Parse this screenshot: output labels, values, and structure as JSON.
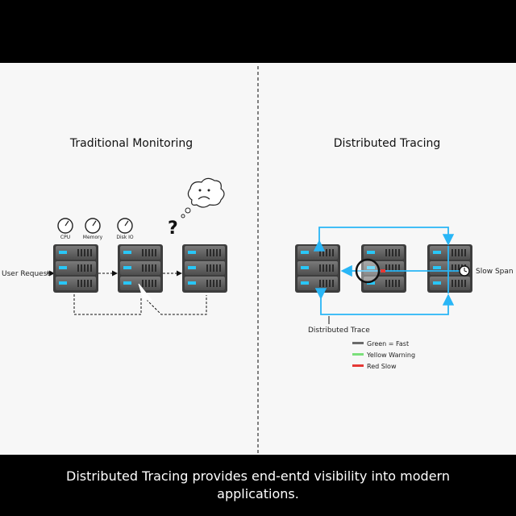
{
  "left_panel": {
    "title": "Traditional Monitoring",
    "gauges": [
      {
        "icon": "gauge-icon",
        "label": "CPU"
      },
      {
        "icon": "gauge-icon",
        "label": "Memory"
      },
      {
        "icon": "gauge-icon",
        "label": "Disk IO"
      }
    ],
    "request_label": "User Request",
    "question_mark": "?",
    "thought_icon": "sad-face-cloud-icon"
  },
  "right_panel": {
    "title": "Distributed Tracing",
    "slow_span_label": "Slow Span",
    "trace_label": "Distributed Trace",
    "legend": [
      {
        "label": "Green = Fast",
        "color": "#6b6b6b"
      },
      {
        "label": "Yellow Warning",
        "color": "#7be07b"
      },
      {
        "label": "Red Slow",
        "color": "#e53935"
      }
    ],
    "trace_color": "#29b6f6"
  },
  "caption": "Distributed Tracing provides end-entd visibility into modern applications."
}
